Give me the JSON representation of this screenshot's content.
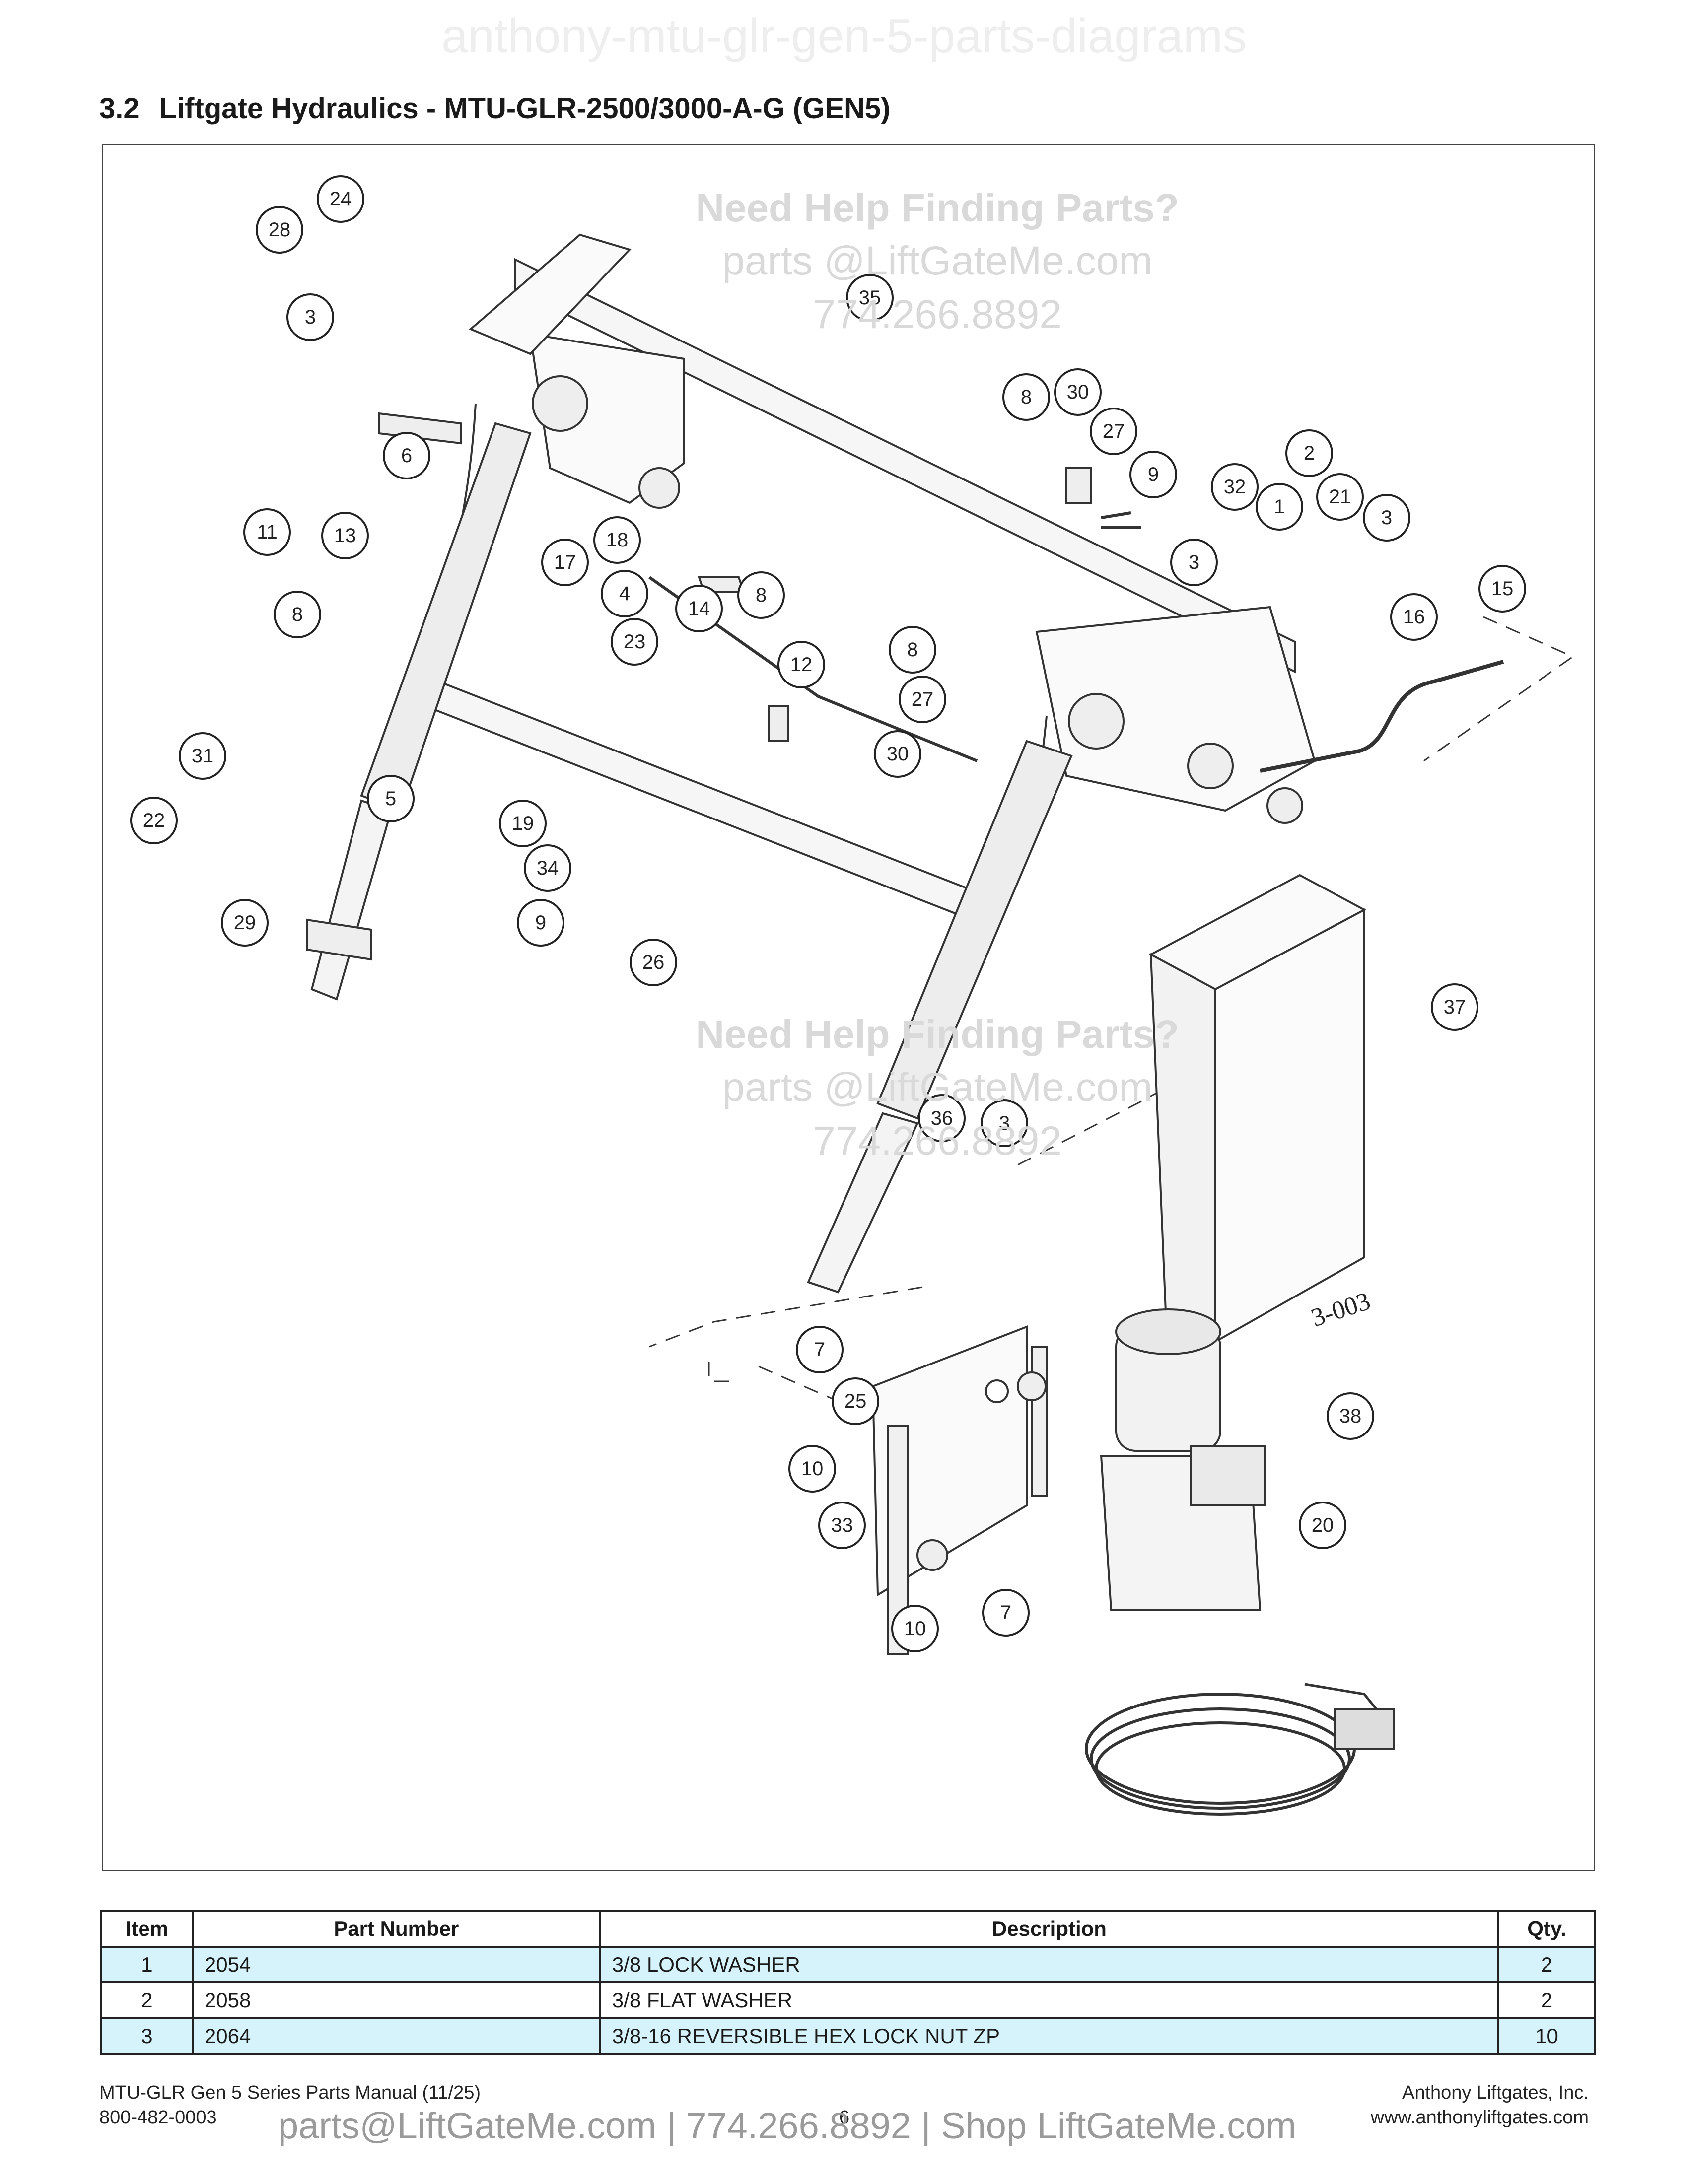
{
  "watermark_top": "anthony-mtu-glr-gen-5-parts-diagrams",
  "section": {
    "number": "3.2",
    "title": "Liftgate Hydraulics - MTU-GLR-2500/3000-A-G (GEN5)"
  },
  "diagram": {
    "watermarks": [
      {
        "heading": "Need Help Finding Parts?",
        "email": "parts @LiftGateMe.com",
        "phone": "774.266.8892"
      },
      {
        "heading": "Need Help Finding Parts?",
        "email": "parts @LiftGateMe.com",
        "phone": "774.266.8892"
      }
    ],
    "box_label": "3-003",
    "callouts": [
      "24",
      "28",
      "3",
      "35",
      "8",
      "30",
      "27",
      "9",
      "2",
      "32",
      "1",
      "21",
      "3",
      "6",
      "18",
      "11",
      "13",
      "17",
      "4",
      "3",
      "15",
      "16",
      "8",
      "23",
      "14",
      "8",
      "12",
      "8",
      "27",
      "5",
      "30",
      "31",
      "22",
      "19",
      "34",
      "29",
      "9",
      "26",
      "37",
      "36",
      "3",
      "7",
      "25",
      "38",
      "10",
      "33",
      "20",
      "10",
      "7"
    ]
  },
  "table": {
    "headers": [
      "Item",
      "Part Number",
      "Description",
      "Qty."
    ],
    "rows": [
      {
        "item": "1",
        "part_number": "2054",
        "description": "3/8 LOCK WASHER",
        "qty": "2"
      },
      {
        "item": "2",
        "part_number": "2058",
        "description": "3/8 FLAT WASHER",
        "qty": "2"
      },
      {
        "item": "3",
        "part_number": "2064",
        "description": "3/8-16 REVERSIBLE HEX LOCK NUT ZP",
        "qty": "10"
      }
    ]
  },
  "footer": {
    "manual": "MTU-GLR Gen 5 Series Parts Manual (11/25)",
    "phone": "800-482-0003",
    "page": "6",
    "company": "Anthony Liftgates, Inc.",
    "website": "www.anthonyliftgates.com",
    "watermark": "parts@LiftGateMe.com | 774.266.8892 | Shop LiftGateMe.com"
  },
  "colors": {
    "table_stripe": "#d6f3fb",
    "border": "#222222"
  }
}
